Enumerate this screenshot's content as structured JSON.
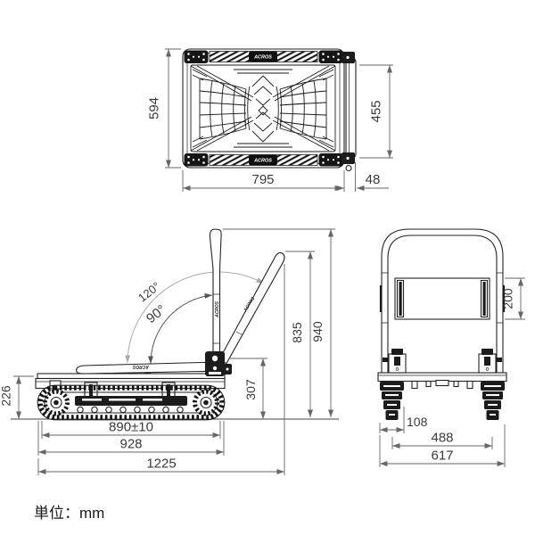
{
  "page": {
    "unit_note": "単位：mm",
    "brand": "ACROS"
  },
  "colors": {
    "outline": "#222222",
    "dark_fill": "#1c1c1c",
    "dimension_line": "#666666",
    "dimension_text": "#3a3a3a",
    "light_arc": "#aaaaaa",
    "background": "#ffffff"
  },
  "views": {
    "top": {
      "title": "top-view",
      "dims": {
        "depth": "594",
        "handle_inner_width": "455",
        "deck_length": "795",
        "handle_overhang": "48"
      }
    },
    "side": {
      "title": "side-view",
      "dims": {
        "fold_angle_max": "120°",
        "fold_angle_upright": "90°",
        "height_at_120": "835",
        "height_upright": "940",
        "deck_height": "307",
        "track_height": "226",
        "ground_contact_length": "890±10",
        "track_length": "928",
        "overall_length": "1225"
      }
    },
    "front": {
      "title": "front-view",
      "dims": {
        "crossbar_height": "200",
        "track_width": "108",
        "track_center_distance": "488",
        "overall_width": "617"
      }
    }
  }
}
